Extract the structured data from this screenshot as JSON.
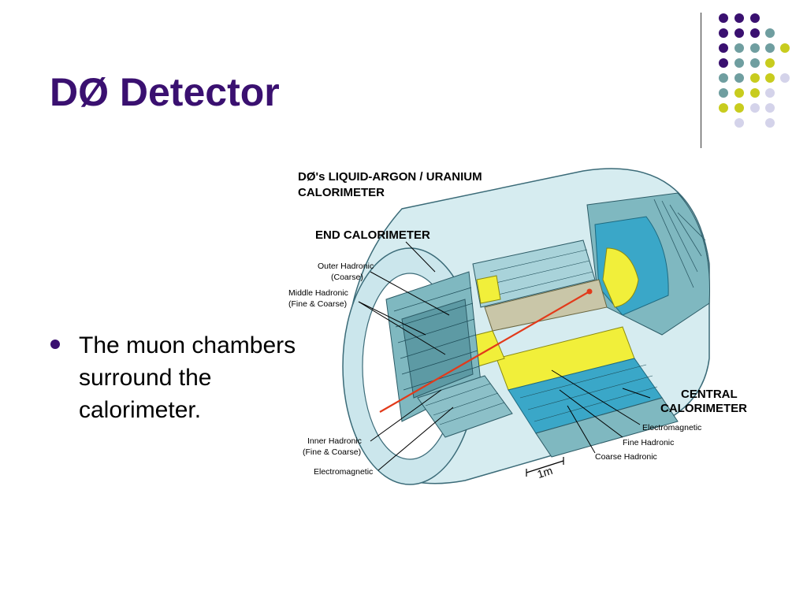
{
  "slide": {
    "title": "DØ Detector",
    "bullets": [
      {
        "text": "The muon chambers surround the calorimeter."
      }
    ]
  },
  "diagram": {
    "heading_line1": "DØ's LIQUID-ARGON / URANIUM",
    "heading_line2": "CALORIMETER",
    "end_calorimeter": "END CALORIMETER",
    "outer_hadronic_1": "Outer Hadronic",
    "outer_hadronic_2": "(Coarse)",
    "middle_hadronic_1": "Middle Hadronic",
    "middle_hadronic_2": "(Fine & Coarse)",
    "central_calorimeter_1": "CENTRAL",
    "central_calorimeter_2": "CALORIMETER",
    "electromagnetic_right": "Electromagnetic",
    "fine_hadronic": "Fine Hadronic",
    "coarse_hadronic": "Coarse Hadronic",
    "inner_hadronic_1": "Inner Hadronic",
    "inner_hadronic_2": "(Fine & Coarse)",
    "electromagnetic_left": "Electromagnetic",
    "scale": "1m"
  },
  "theme": {
    "title_color": "#3a1070",
    "dot_purple": "#3a1070",
    "dot_teal": "#6f9ea0",
    "dot_yellow": "#c8cc1e",
    "dot_lavender": "#d4d3ea",
    "detector_shell": "#d6ecf0",
    "detector_blue": "#3aa7c8",
    "detector_yellow": "#f1ef3a"
  }
}
